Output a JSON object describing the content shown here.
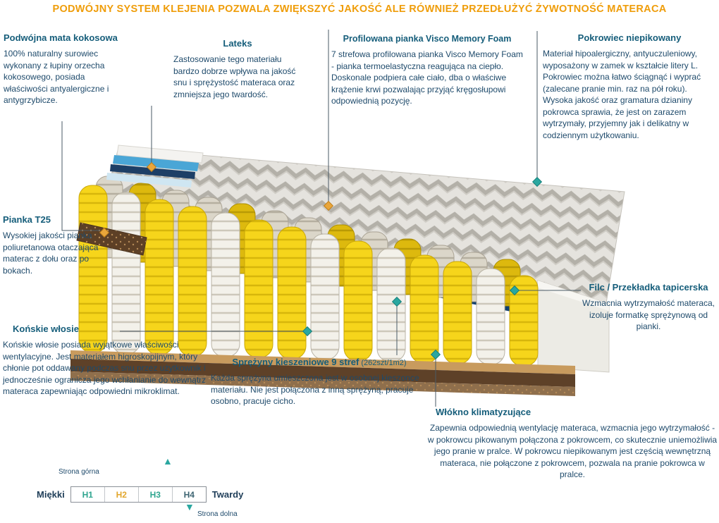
{
  "banner": {
    "text": "PODWÓJNY SYSTEM KLEJENIA POZWALA ZWIĘKSZYĆ JAKOŚĆ ALE RÓWNIEŻ PRZEDŁUŻYĆ ŻYWOTNOŚĆ MATERACA"
  },
  "notes": {
    "coco": {
      "title": "Podwójna mata kokosowa",
      "body": "100% naturalny surowiec wykonany z łupiny orzecha kokosowego, posiada właściwości antyalergiczne i antygrzybicze."
    },
    "latex": {
      "title": "Lateks",
      "body": "Zastosowanie tego materiału bardzo dobrze wpływa na jakość snu i sprężystość materaca oraz zmniejsza jego twardość."
    },
    "visco": {
      "title": "Profilowana pianka Visco Memory Foam",
      "body": "7 strefowa profilowana pianka Visco Memory Foam - pianka termoelastyczna reagująca na ciepło. Doskonale podpiera całe ciało, dba o właściwe krążenie krwi pozwalając przyjąć kręgosłupowi odpowiednią pozycję."
    },
    "cover": {
      "title": "Pokrowiec niepikowany",
      "body": "Materiał hipoalergiczny, antyuczuleniowy, wyposażony w zamek w kształcie litery L. Pokrowiec można łatwo ściągnąć i wyprać (zalecane pranie min. raz na pół roku). Wysoka jakość oraz gramatura dzianiny pokrowca sprawia, że jest on zarazem wytrzymały, przyjemny jak i delikatny w codziennym użytkowaniu."
    },
    "foam_t25": {
      "title": "Pianka T25",
      "body": "Wysokiej jakości pianka poliuretanowa otaczająca materac z dołu oraz po bokach."
    },
    "horsehair": {
      "title": "Końskie włosie",
      "body": "Końskie włosie posiada wyjątkowe właściwości wentylacyjne. Jest materiałem higroskopijnym, który chłonie pot oddawany podczas snu przez użytkownik i jednocześnie ogranicza jego wchłanianie do wewnątrz materaca zapewniając odpowiedni mikroklimat."
    },
    "springs": {
      "title": "Sprężyny kieszeniowe 9 stref",
      "title_suffix": " (262szt/1m2)",
      "body": "Każda sprężyna umieszczona jest w osobnej kieszonce materiału. Nie jest połączona z inną sprężyną, pracuje osobno, pracuje cicho."
    },
    "felt": {
      "title": "Filc / Przekładka tapicerska",
      "body": "Wzmacnia wytrzymałość materaca, izoluje formatkę sprężynową od pianki."
    },
    "fiber": {
      "title": "Włókno klimatyzujące",
      "body": "Zapewnia odpowiednią wentylację materaca, wzmacnia jego wytrzymałość - w pokrowcu pikowanym połączona z pokrowcem, co skutecznie uniemożliwia jego pranie w pralce. W pokrowcu niepikowanym jest częścią wewnętrzną materaca, nie połączone z pokrowcem, pozwala na pranie pokrowca w pralce."
    }
  },
  "scale": {
    "soft_label": "Miękki",
    "hard_label": "Twardy",
    "top_side_label": "Strona górna",
    "bottom_side_label": "Strona dolna",
    "levels": [
      {
        "label": "H1",
        "color": "#2fa58f"
      },
      {
        "label": "H2",
        "color": "#e2a62c"
      },
      {
        "label": "H3",
        "color": "#2fa58f"
      },
      {
        "label": "H4",
        "color": "#3e6572"
      }
    ]
  },
  "icons": {
    "up_arrow": "▲",
    "down_arrow": "▼"
  },
  "colors": {
    "banner_orange": "#ef9d0a",
    "heading_blue": "#155d7a",
    "body_blue": "#1e4a6b",
    "accent_teal": "#2aa7a0",
    "marker_gold": "#e9a63b",
    "spring_yellow": "#f6d51b",
    "wave_blue": "#2e86c4",
    "base_brown": "#8f6f4c"
  }
}
